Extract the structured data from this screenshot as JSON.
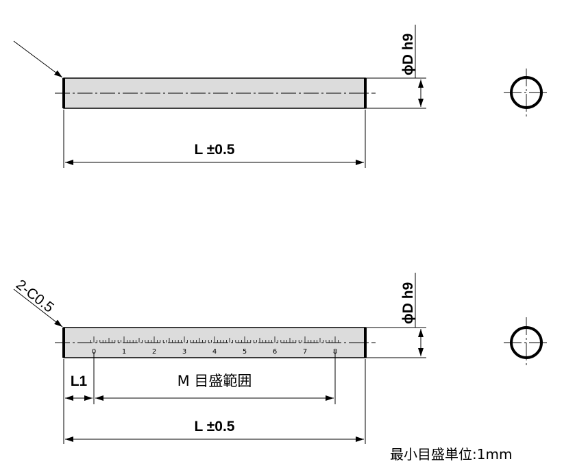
{
  "top_view": {
    "diameter_label": "ϕD h9",
    "length_label": "L ±0.5"
  },
  "bottom_view": {
    "chamfer_label": "2-C0.5",
    "diameter_label": "ϕD h9",
    "l1_label": "L1",
    "scale_range_label": "M 目盛範囲",
    "length_label": "L ±0.5",
    "scale_numbers": [
      "0",
      "1",
      "2",
      "3",
      "4",
      "5",
      "6",
      "7",
      "8"
    ]
  },
  "note": "最小目盛単位:1mm",
  "colors": {
    "rod_fill": "#dcdcdc",
    "line": "#000000"
  }
}
